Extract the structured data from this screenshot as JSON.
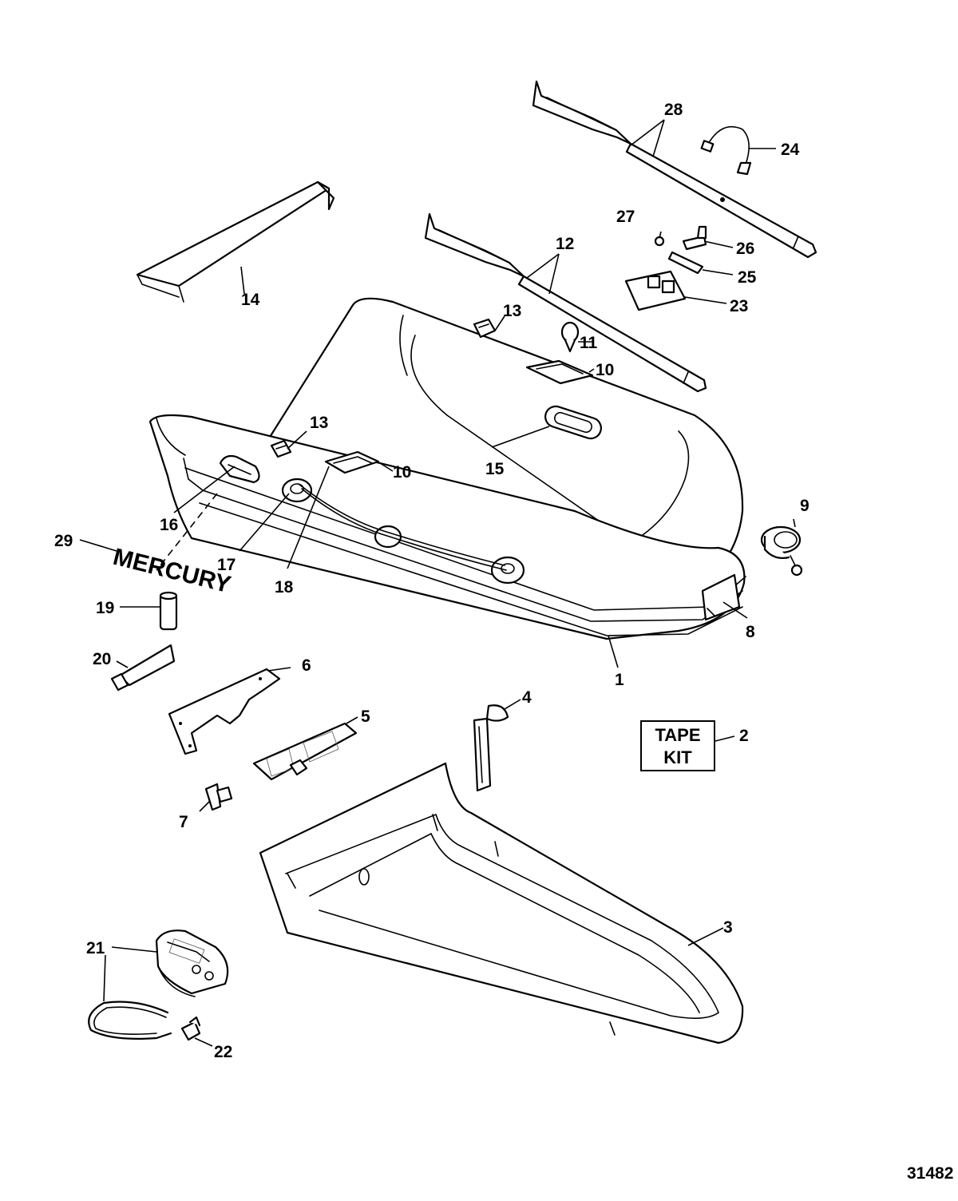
{
  "callouts": {
    "c1": "1",
    "c2": "2",
    "c3": "3",
    "c4": "4",
    "c5": "5",
    "c6": "6",
    "c7": "7",
    "c8": "8",
    "c9": "9",
    "c10a": "10",
    "c10b": "10",
    "c11": "11",
    "c12": "12",
    "c13a": "13",
    "c13b": "13",
    "c14": "14",
    "c15": "15",
    "c16": "16",
    "c17": "17",
    "c18": "18",
    "c19": "19",
    "c20": "20",
    "c21": "21",
    "c22": "22",
    "c23": "23",
    "c24": "24",
    "c25": "25",
    "c26": "26",
    "c27": "27",
    "c28": "28",
    "c29": "29"
  },
  "logo_text": "MERCURY",
  "tape_kit": {
    "line1": "TAPE",
    "line2": "KIT"
  },
  "drawing_number": "31482"
}
